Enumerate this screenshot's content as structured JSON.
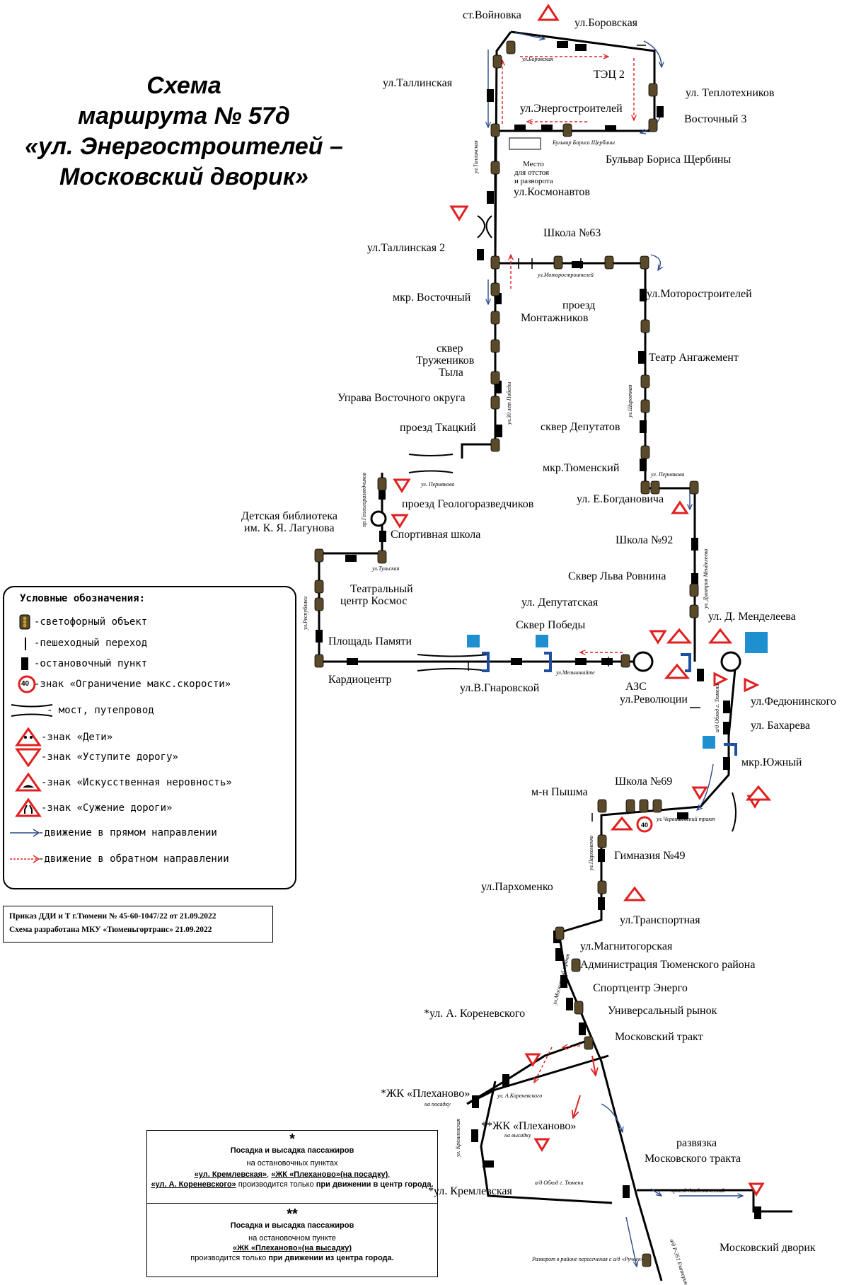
{
  "title": {
    "line1": "Схема",
    "line2": "маршрута № 57д",
    "line3": "«ул. Энергостроителей –",
    "line4": "Московский дворик»"
  },
  "stops": {
    "voinovka": "ст.Войновка",
    "borovskaya": "ул.Боровская",
    "tallinskaya": "ул.Таллинская",
    "tec2": "ТЭЦ 2",
    "teplotekhnikov": "ул. Теплотехников",
    "energostroiteley": "ул.Энергостроителей",
    "vostochny3": "Восточный 3",
    "shcherbiny": "Бульвар Бориса Щербины",
    "mesto": "Место",
    "mesto2": "для отстоя",
    "mesto3": "и разворота",
    "kosmonavtov": "ул.Космонавтов",
    "tallinskaya2": "ул.Таллинская 2",
    "school63": "Школа №63",
    "mkrVostochny": "мкр. Восточный",
    "montazhnikov1": "проезд",
    "montazhnikov2": "Монтажников",
    "motorostroiteley": "ул.Моторостроителей",
    "skver1": "сквер",
    "skver2": "Тружеников",
    "skver3": "Тыла",
    "teatrAngazhement": "Театр Ангажемент",
    "uprava": "Управа Восточного округа",
    "tkatsky": "проезд Ткацкий",
    "skverDeputatov": "сквер Депутатов",
    "mkrTyumensky": "мкр.Тюменский",
    "geologorazvedchikov": "проезд Геологоразведчиков",
    "bogdanovicha": "ул. Е.Богдановича",
    "biblio1": "Детская библиотека",
    "biblio2": "им. К. Я. Лагунова",
    "sportSchool": "Спортивная школа",
    "school92": "Школа №92",
    "teatr1": "Театральный",
    "teatr2": "центр Космос",
    "skverRovnina": "Сквер Льва Ровнина",
    "deputatskaya": "ул. Депутатская",
    "mendeleeva": "ул. Д. Менделеева",
    "skverPobedy": "Сквер Победы",
    "ploshchadPamyati": "Площадь Памяти",
    "kardiocentr": "Кардиоцентр",
    "gnarovskoy": "ул.В.Гнаровской",
    "azs": "АЗС",
    "revolyucii": "ул.Революции",
    "fedyuninskogo": "ул.Федюнинского",
    "bakhareva": "ул. Бахарева",
    "mkrYuzhny": "мкр.Южный",
    "school69": "Школа №69",
    "pyshma": "м-н Пышма",
    "gimnaziya49": "Гимназия №49",
    "parkhomenko": "ул.Пархоменко",
    "transportnaya": "ул.Транспортная",
    "magnitogorskaya": "ул.Магнитогорская",
    "administraciya": "Администрация Тюменского района",
    "sportcentr": "Спортцентр Энерго",
    "rynok": "Универсальный рынок",
    "korenevskogo": "*ул. А. Кореневского",
    "moskovskyTrakt": "Московский тракт",
    "plekhanovo1": "*ЖК «Плеханово»",
    "plekhanovo2": "**ЖК «Плеханово»",
    "razvyazka1": "развязка",
    "razvyazka2": "Московского тракта",
    "kremlevskaya": "*ул. Кремлевская",
    "dvorik": "Московский дворик"
  },
  "streets": {
    "borovskaya": "ул.Боровская",
    "shcherbiny": "Бульвар Бориса Щербины",
    "tallinskaya": "ул.Таллинская",
    "motorostroiteley": "ул.Моторостроителей",
    "let30": "ул.30 лет Победы",
    "shirotnaya": "ул.Широтная",
    "permyakova1": "ул. Пермякова",
    "permyakova2": "ул. Пермякова",
    "geolog": "пр.Геологоразведчиков",
    "tulskaya": "ул.Тульская",
    "respubliki": "ул.Республики",
    "melnikayte": "ул.Мельникайте",
    "mendeleeva": "ул. Дмитрия Менделеева",
    "obkhod": "а/д Обход г. Тюмени",
    "chervishevsky": "ул.Червишевский тракт",
    "parkhomenko": "ул.Пархоменко",
    "moskovsky": "ул.Московский тракт",
    "korenevskogo": "ул. А.Кореневского",
    "kremlevskaya": "ул. Кремлевская",
    "naposadku": "на посадку",
    "navysadku": "на высадку",
    "obkhod2": "а/д Обход г. Тюмени",
    "akademichesky": "проезд Академический",
    "ad351": "а/д Р-351 Екатеринбург-Тюмень",
    "razvorot": "Разворот в районе пересечения с а/д «Ручеек»",
    "sign40": "40"
  },
  "legend": {
    "heading": "Условные обозначения:",
    "traffic_light": "-светофорный объект",
    "crossing": "-пешеходный переход",
    "stop": "-остановочный пункт",
    "speed": "-знак «Ограничение макс.скорости»",
    "speed_value": "40",
    "bridge": "- мост, путепровод",
    "children": "-знак «Дети»",
    "yield": "-знак «Уступите дорогу»",
    "bump": "-знак «Искусственная неровность»",
    "narrow": "-знак «Сужение дороги»",
    "forward": "-движение в прямом направлении",
    "reverse": "-движение в обратном направлении"
  },
  "order": {
    "line1": "Приказ ДДИ и Т г.Тюмени № 45-60-1047/22 от 21.09.2022",
    "line2": "Схема разработана МКУ «Тюменьгортранс» 21.09.2022"
  },
  "note": {
    "star1": "*",
    "n1_title": "Посадка и высадка пассажиров",
    "n1_l1": "на остановочных пунктах",
    "n1_a": "«ул. Кремлевская»",
    "n1_sep1": ", ",
    "n1_b": "«ЖК «Плеханово»(на посадку)",
    "n1_sep2": ",",
    "n1_c": "«ул. А. Кореневского»",
    "n1_l3": " производится только ",
    "n1_d": "при движении в центр города.",
    "star2": "**",
    "n2_title": "Посадка и высадка пассажиров",
    "n2_l1": "на остановочном пункте",
    "n2_a": "«ЖК «Плеханово»(на высадку)",
    "n2_l3": "производится только ",
    "n2_b": "при движении из центра города."
  },
  "colors": {
    "route": "#000000",
    "forward_arrow": "#2b4a8a",
    "reverse_arrow": "#e02020",
    "crossing_sign": "#1e90d0",
    "light_body": "#5a4a2a",
    "light_bulb": "#c89a2a"
  }
}
